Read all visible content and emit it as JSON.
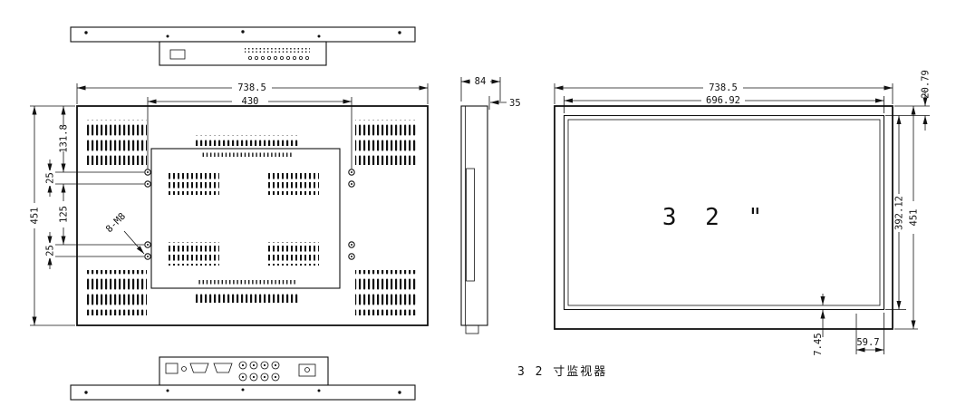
{
  "caption": "3 2 寸监视器",
  "views": {
    "rear": {
      "width": "738.5",
      "mount_width": "430",
      "height": "451",
      "top_to_hole": "131.8",
      "hole_pitch_top": "25",
      "hole_span": "125",
      "hole_pitch_bottom": "25",
      "thread_callout": "8-M8"
    },
    "side": {
      "depth_total": "84",
      "depth_panel": "35"
    },
    "front": {
      "width": "738.5",
      "screen_width": "696.92",
      "top_margin": "20.79",
      "screen_height": "392.12",
      "height": "451",
      "bottom_offset": "7.45",
      "side_offset": "59.7",
      "screen_label": "3 2 \""
    }
  }
}
